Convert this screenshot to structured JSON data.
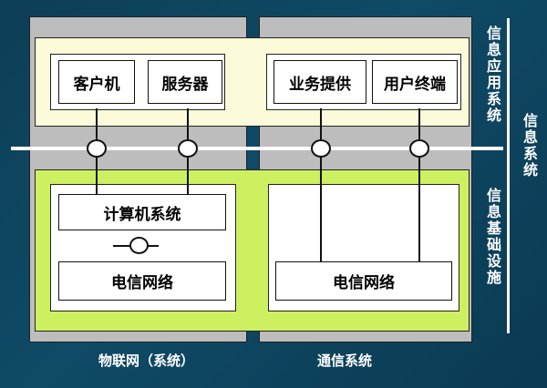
{
  "labels": {
    "client": "客户机",
    "server": "服务器",
    "service_provider": "业务提供",
    "user_terminal": "用户终端",
    "computer_system": "计算机系统",
    "telecom_network_left": "电信网络",
    "telecom_network_right": "电信网络",
    "iot": "物联网（系统）",
    "comm_system": "通信系统",
    "info_app_system": "信息应用系统",
    "info_system": "信息系统",
    "info_infrastructure": "信息基础设施"
  },
  "colors": {
    "background": "#0f4a66",
    "gray_panel": "#bdbdbd",
    "yellow_layer": "#fbfbd9",
    "green_layer": "#cdf061",
    "box": "#ffffff",
    "line": "#111111"
  }
}
